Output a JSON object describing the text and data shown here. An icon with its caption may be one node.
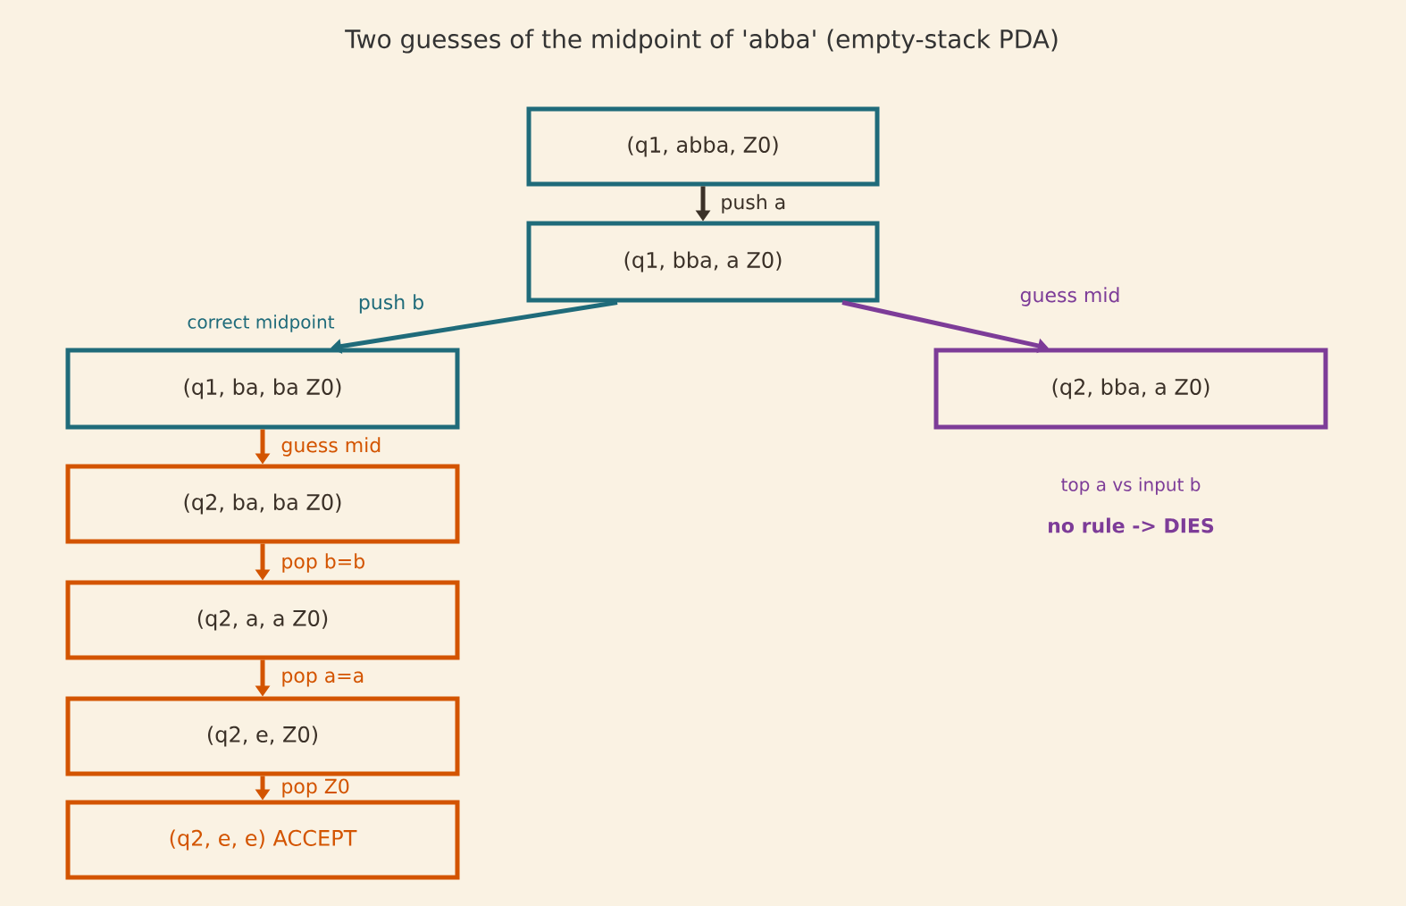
{
  "diagram": {
    "title": "Two guesses of the midpoint of 'abba' (empty-stack PDA)",
    "nodes": [
      {
        "text": [
          "(q1, abba, Z0)"
        ]
      },
      {
        "text": [
          "(q1, bba, a Z0)"
        ]
      },
      {
        "text": [
          "(q1, ba, ba Z0)"
        ]
      },
      {
        "text": [
          "(q2, bba, a Z0)"
        ],
        "beside": [
          "top a vs input b",
          "no rule  ->  DIES"
        ]
      },
      {
        "text": [
          "(q2, ba, ba Z0)"
        ]
      },
      {
        "text": [
          "(q2, a, a Z0)"
        ]
      },
      {
        "text": [
          "(q2, e, Z0)"
        ]
      },
      {
        "text": [
          "(q2, e, e)  ACCEPT"
        ]
      }
    ],
    "edges": [
      {
        "from": 0,
        "to": 1,
        "arrow": "to",
        "label": "push a",
        "color": "#3b3128"
      },
      {
        "from": 1,
        "to": 2,
        "arrow": "to",
        "label": "push b",
        "color": "#1f6b7a"
      },
      {
        "from": 1,
        "to": 3,
        "arrow": "to",
        "label": "guess mid",
        "color": "#7d3c98"
      },
      {
        "from": 2,
        "to": 4,
        "arrow": "to",
        "label": "guess mid"
      },
      {
        "from": 4,
        "to": 5,
        "arrow": "to",
        "label": "pop b=b"
      },
      {
        "from": 5,
        "to": 6,
        "arrow": "to",
        "label": "pop a=a"
      },
      {
        "from": 6,
        "to": 7,
        "arrow": "to",
        "label": "pop Z0"
      }
    ],
    "labels": [
      "correct midpoint"
    ]
  }
}
